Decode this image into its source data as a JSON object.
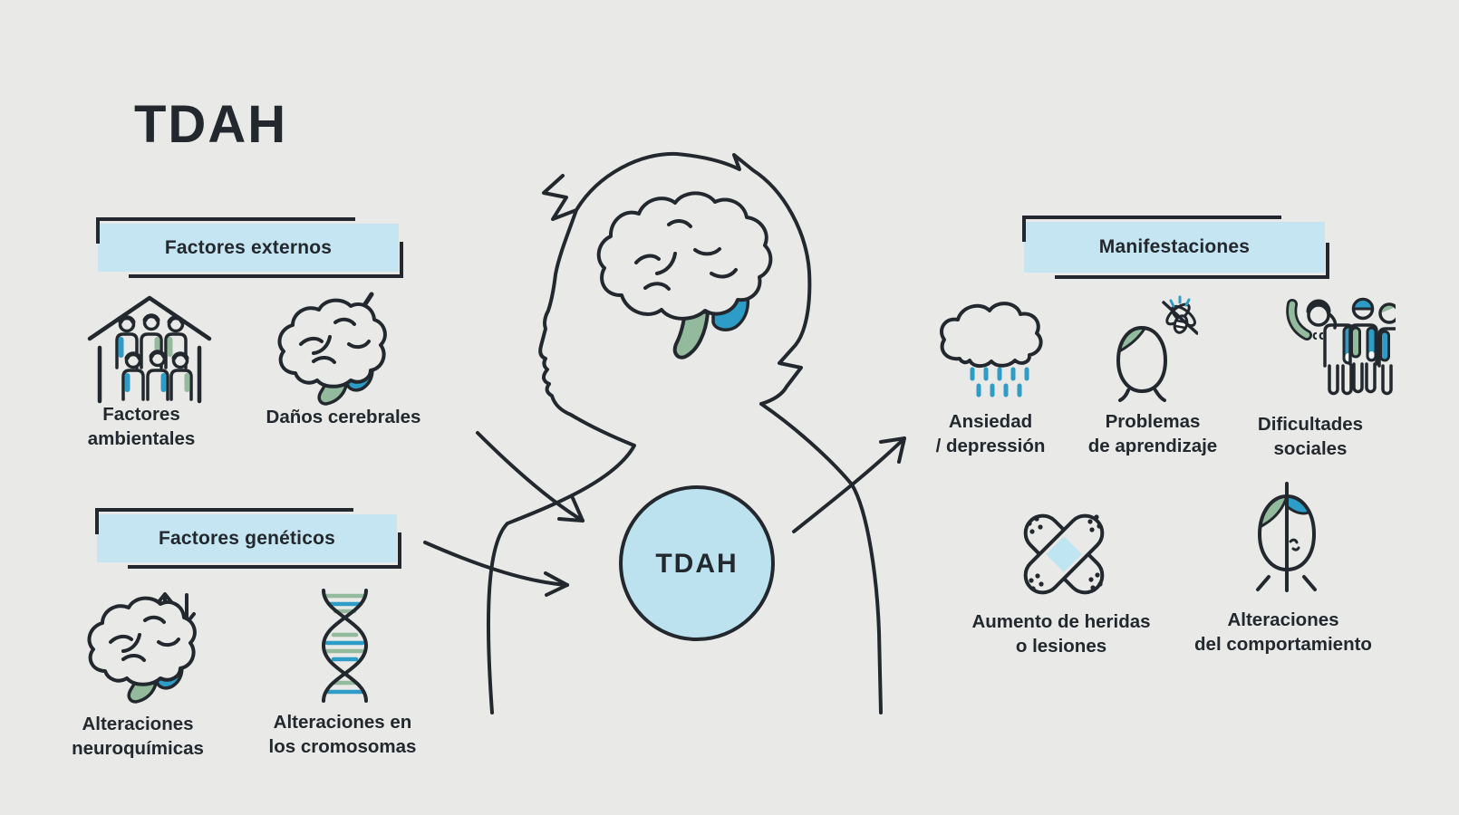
{
  "title": "TDAH",
  "palette": {
    "background": "#e9e9e7",
    "box_blue": "#c4e5f1",
    "circle_blue": "#bde2ef",
    "accent_blue": "#2d9cc6",
    "accent_green": "#93ba9d",
    "bandage_blue": "#bfe4f2",
    "ink": "#22282d"
  },
  "headers": {
    "externos": "Factores externos",
    "geneticos": "Factores genéticos",
    "manifestaciones": "Manifestaciones"
  },
  "center": {
    "figure": "child-silhouette-with-brain",
    "circle_label": "TDAH"
  },
  "labels": {
    "ambientales": {
      "l1": "Factores",
      "l2": "ambientales",
      "icon": "house-family"
    },
    "cerebrales": {
      "l1": "Daños cerebrales",
      "l2": "",
      "icon": "brain-lightning"
    },
    "neuroquimicas": {
      "l1": "Alteraciones",
      "l2": "neuroquímicas",
      "icon": "brain-arrows"
    },
    "cromosomas": {
      "l1": "Alteraciones en",
      "l2": "los cromosomas",
      "icon": "dna"
    },
    "ansiedad": {
      "l1": "Ansiedad",
      "l2": "/ depressión",
      "icon": "rain-cloud"
    },
    "aprendizaje": {
      "l1": "Problemas",
      "l2": "de aprendizaje",
      "icon": "head-bee"
    },
    "sociales": {
      "l1": "Dificultades",
      "l2": "sociales",
      "icon": "people-group"
    },
    "heridas": {
      "l1": "Aumento de heridas",
      "l2": "o lesiones",
      "icon": "crossed-bandages"
    },
    "comportamiento": {
      "l1": "Alteraciones",
      "l2": "del comportamiento",
      "icon": "split-head"
    }
  }
}
